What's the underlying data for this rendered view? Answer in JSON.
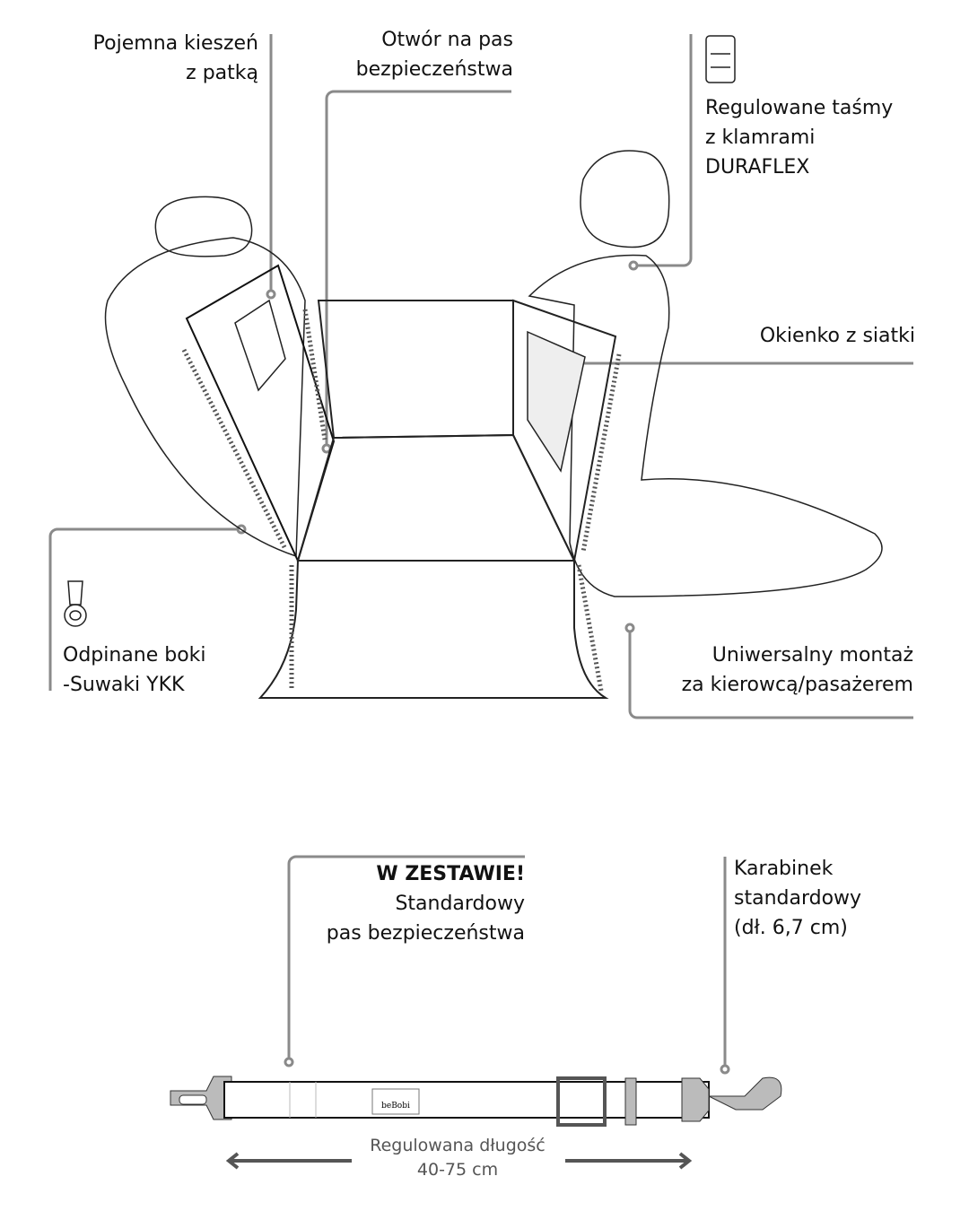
{
  "callouts": {
    "pocket": [
      "Pojemna kieszeń",
      "z patką"
    ],
    "belt_hole": [
      "Otwór na pas",
      "bezpieczeństwa"
    ],
    "straps": [
      "Regulowane taśmy",
      "z klamrami",
      "DURAFLEX"
    ],
    "mesh": [
      "Okienko z siatki"
    ],
    "zippers": [
      "Odpinane boki",
      "-Suwaki YKK"
    ],
    "mount": [
      "Uniwersalny montaż",
      "za kierowcą/pasażerem"
    ]
  },
  "included": {
    "badge": "W ZESTAWIE!",
    "lines": [
      "Standardowy",
      "pas bezpieczeństwa"
    ]
  },
  "carabiner": [
    "Karabinek",
    "standardowy",
    "(dł. 6,7 cm)"
  ],
  "length": [
    "Regulowana długość",
    "40-75 cm"
  ],
  "logo": "beBobi",
  "colors": {
    "line": "#8a8a8a",
    "stroke": "#222222",
    "hardware": "#bdbdbd"
  }
}
